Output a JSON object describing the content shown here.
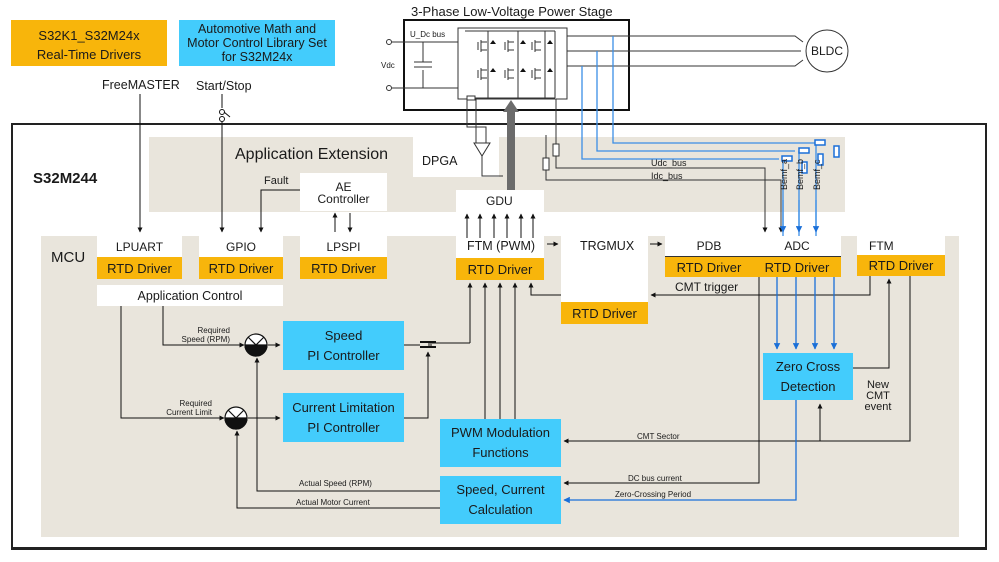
{
  "legend": {
    "rtd": {
      "line1": "S32K1_S32M24x",
      "line2": "Real-Time Drivers",
      "color": "#f8b50b"
    },
    "amm": {
      "line1": "Automotive Math and",
      "line2": "Motor Control Library Set",
      "line3": "for S32M24x",
      "color": "#43ccfc"
    }
  },
  "inputs": {
    "freemaster": "FreeMASTER",
    "start_stop": "Start/Stop"
  },
  "power_stage": {
    "title": "3-Phase Low-Voltage Power Stage",
    "udc_bus": "U_Dc bus",
    "vdc": "Vdc",
    "motor": "BLDC"
  },
  "chip": {
    "name": "S32M244",
    "mcu": "MCU"
  },
  "app_extension": {
    "title": "Application Extension",
    "dpga": "DPGA",
    "gdu": "GDU",
    "ae_controller_line1": "AE",
    "ae_controller_line2": "Controller",
    "fault": "Fault"
  },
  "signals": {
    "udc_bus": "Udc_bus",
    "idc_bus": "Idc_bus",
    "bemf_a": "Bemf_a",
    "bemf_b": "Bemf_b",
    "bemf_c": "Bemf_c",
    "cmt_trigger": "CMT trigger",
    "new_cmt_1": "New",
    "new_cmt_2": "CMT",
    "new_cmt_3": "event",
    "cmt_sector": "CMT Sector",
    "dc_bus_current": "DC bus current",
    "zero_crossing_period": "Zero-Crossing Period",
    "actual_speed": "Actual Speed (RPM)",
    "actual_current": "Actual Motor Current",
    "req_speed_1": "Required",
    "req_speed_2": "Speed (RPM)",
    "req_current_1": "Required",
    "req_current_2": "Current Limit"
  },
  "peripherals": {
    "lpuart": "LPUART",
    "gpio": "GPIO",
    "lpspi": "LPSPI",
    "ftm_pwm": "FTM (PWM)",
    "trgmux": "TRGMUX",
    "pdb": "PDB",
    "adc": "ADC",
    "ftm": "FTM",
    "rtd_driver": "RTD Driver"
  },
  "app_control": "Application Control",
  "blocks": {
    "speed_pi_1": "Speed",
    "speed_pi_2": "PI Controller",
    "current_pi_1": "Current Limitation",
    "current_pi_2": "PI Controller",
    "pwm_mod_1": "PWM Modulation",
    "pwm_mod_2": "Functions",
    "calc_1": "Speed, Current",
    "calc_2": "Calculation",
    "zcd_1": "Zero Cross",
    "zcd_2": "Detection"
  }
}
